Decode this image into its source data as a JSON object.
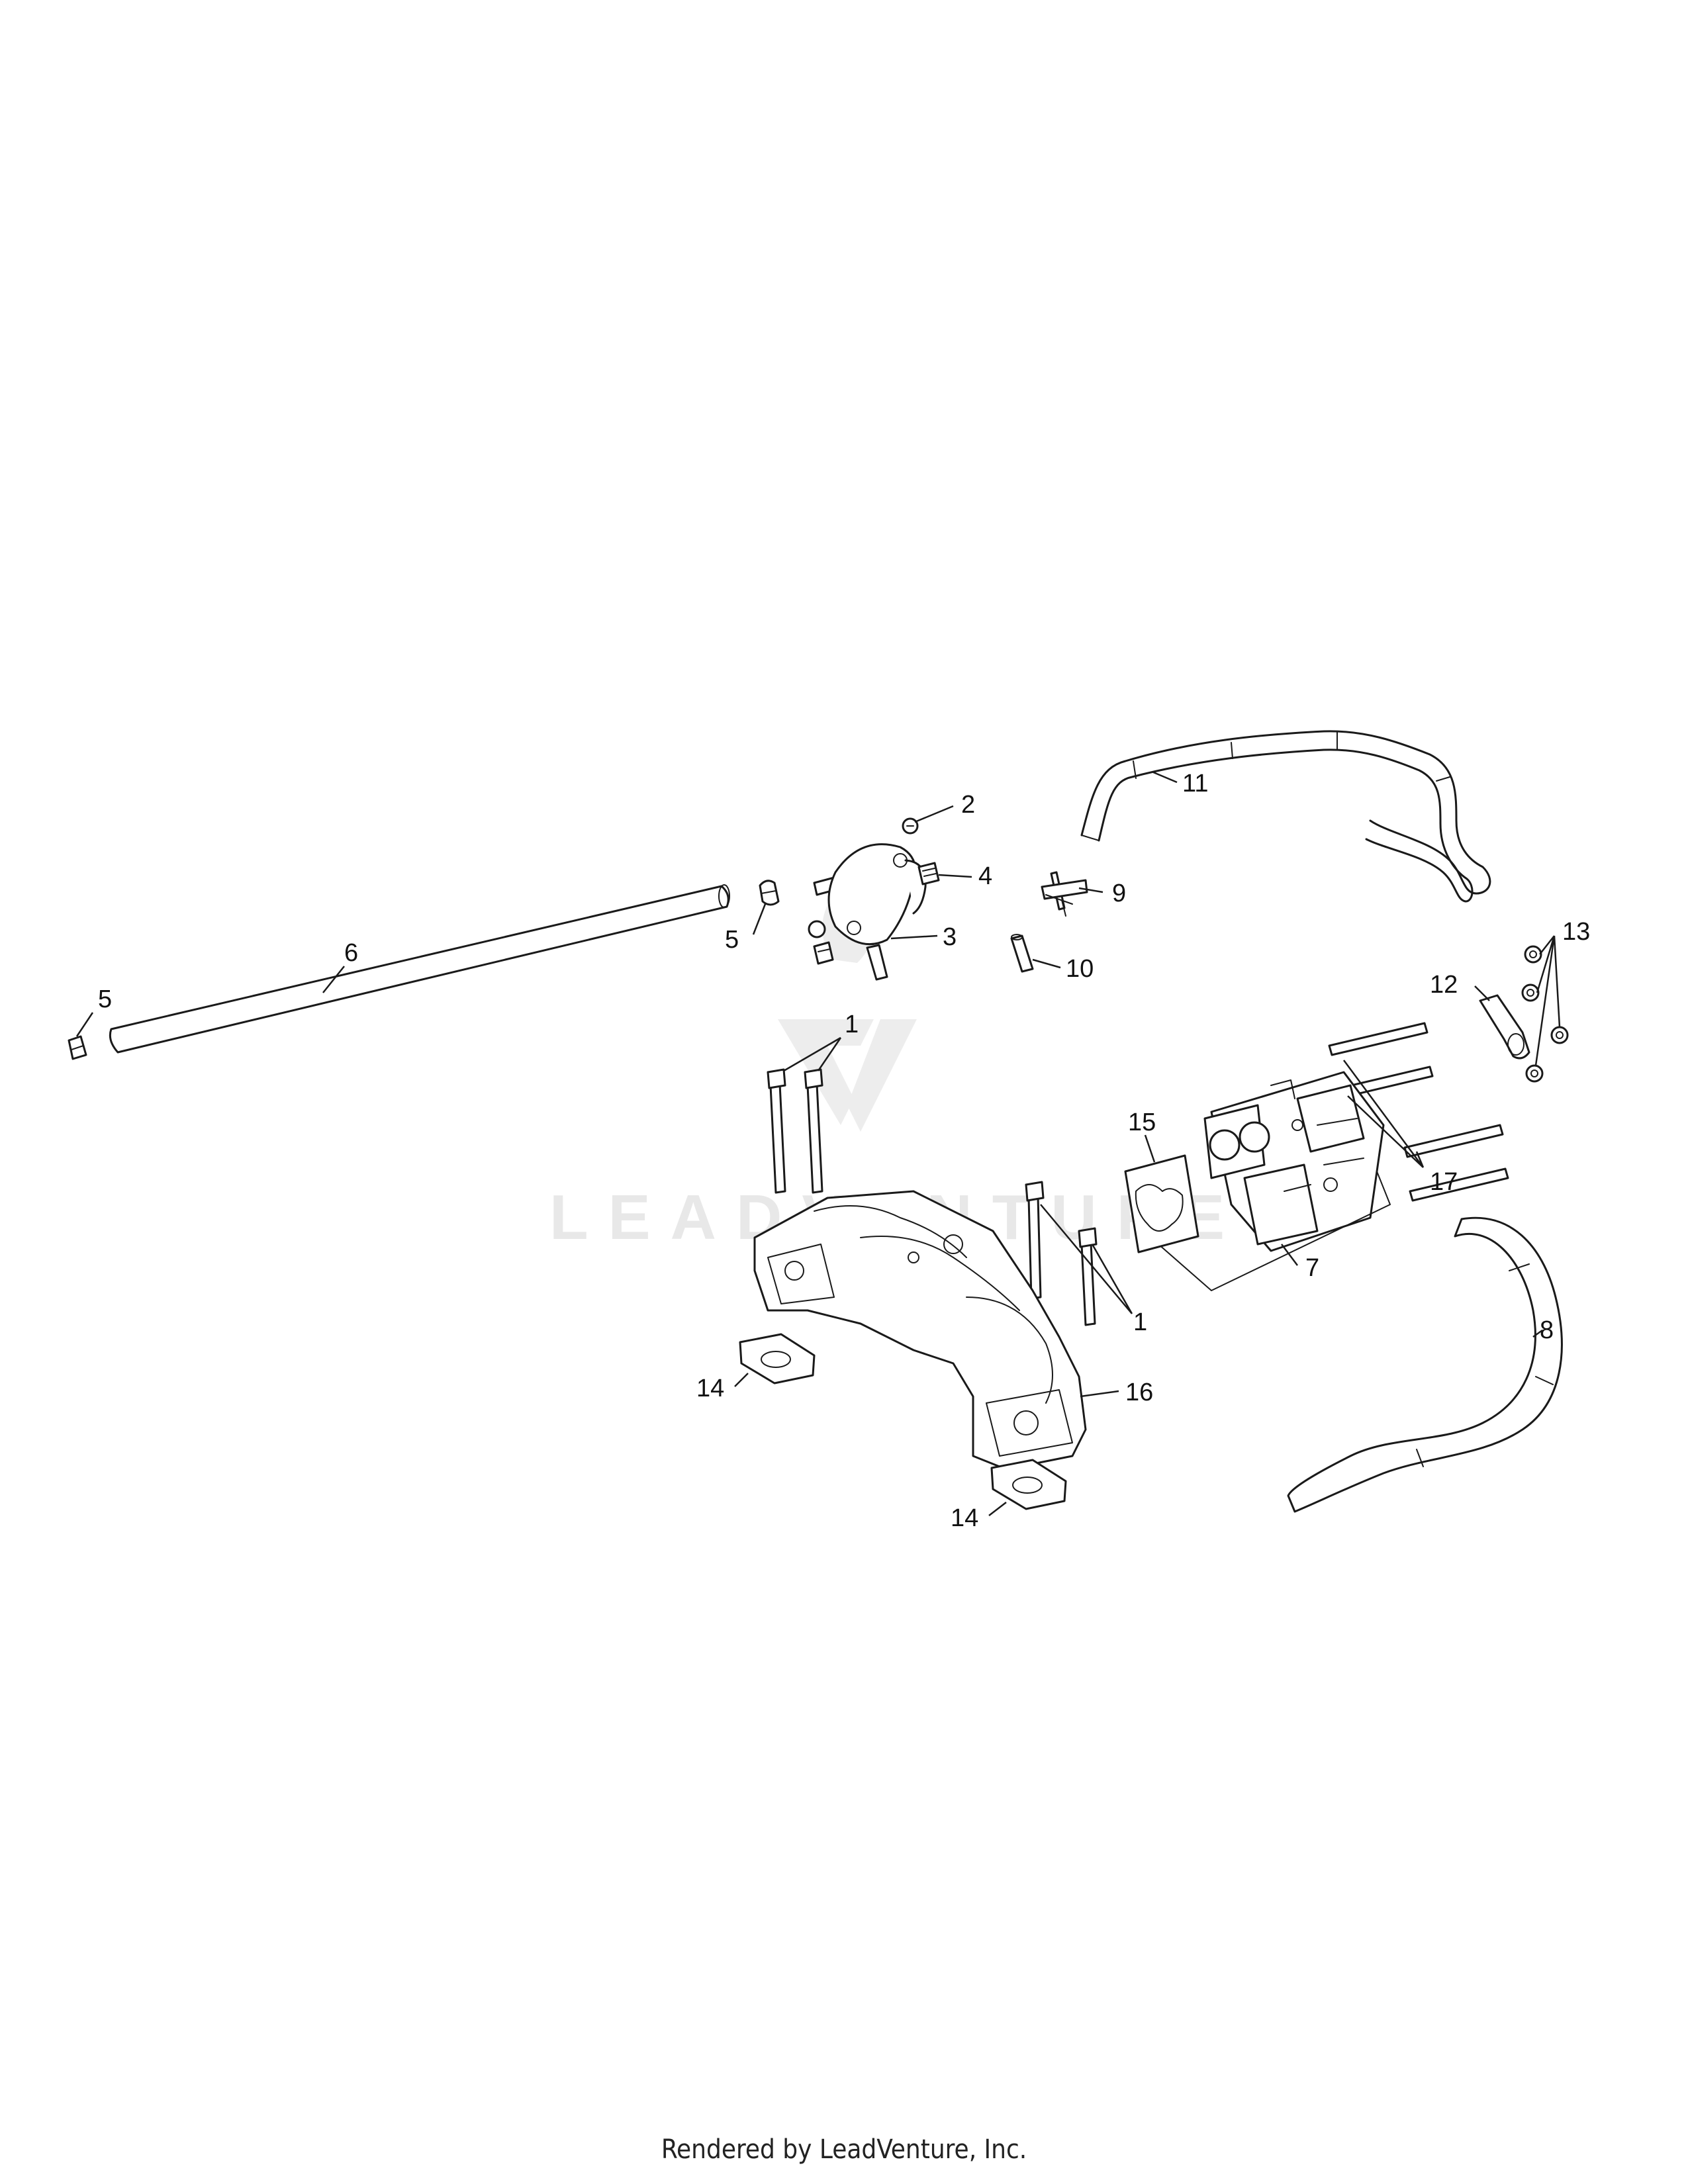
{
  "watermark": {
    "brand": "LEADVENTURE"
  },
  "footer": {
    "text": "Rendered by LeadVenture, Inc."
  },
  "callouts": [
    {
      "id": "c1a",
      "label": "1"
    },
    {
      "id": "c1b",
      "label": "1"
    },
    {
      "id": "c2",
      "label": "2"
    },
    {
      "id": "c3",
      "label": "3"
    },
    {
      "id": "c4",
      "label": "4"
    },
    {
      "id": "c5a",
      "label": "5"
    },
    {
      "id": "c5b",
      "label": "5"
    },
    {
      "id": "c6",
      "label": "6"
    },
    {
      "id": "c7",
      "label": "7"
    },
    {
      "id": "c8",
      "label": "8"
    },
    {
      "id": "c9",
      "label": "9"
    },
    {
      "id": "c10",
      "label": "10"
    },
    {
      "id": "c11",
      "label": "11"
    },
    {
      "id": "c12",
      "label": "12"
    },
    {
      "id": "c13",
      "label": "13"
    },
    {
      "id": "c14a",
      "label": "14"
    },
    {
      "id": "c14b",
      "label": "14"
    },
    {
      "id": "c15",
      "label": "15"
    },
    {
      "id": "c16",
      "label": "16"
    },
    {
      "id": "c17",
      "label": "17"
    }
  ]
}
